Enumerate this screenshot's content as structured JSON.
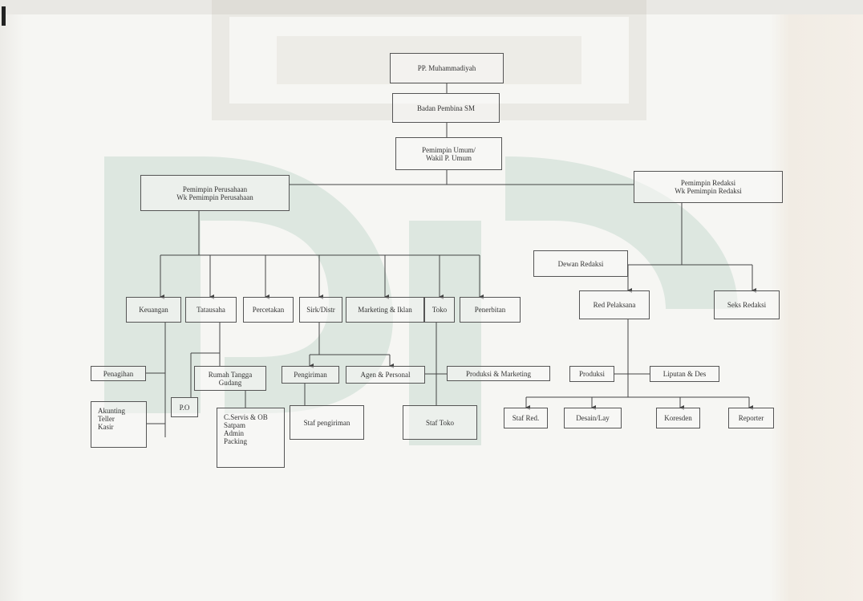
{
  "org_chart": {
    "nodes": [
      {
        "id": "pp",
        "label": "PP. Muhammadiyah"
      },
      {
        "id": "badan",
        "label": "Badan Pembina SM"
      },
      {
        "id": "pemimpin-umum",
        "label": "Pemimpin Umum/\nWakil P. Umum"
      },
      {
        "id": "pemimpin-perusahaan",
        "label": "Pemimpin Perusahaan\nWk Pemimpin Perusahaan"
      },
      {
        "id": "pemimpin-redaksi",
        "label": "Pemimpin Redaksi\nWk Pemimpin Redaksi"
      },
      {
        "id": "dewan-redaksi",
        "label": "Dewan Redaksi"
      },
      {
        "id": "keuangan",
        "label": "Keuangan"
      },
      {
        "id": "tatausaha",
        "label": "Tatausaha"
      },
      {
        "id": "percetakan",
        "label": "Percetakan"
      },
      {
        "id": "sirkulasi",
        "label": "Sirk/Distr"
      },
      {
        "id": "marketing-iklan",
        "label": "Marketing & Iklan"
      },
      {
        "id": "toko",
        "label": "Toko"
      },
      {
        "id": "penerbitan",
        "label": "Penerbitan"
      },
      {
        "id": "red-pelaksana",
        "label": "Red Pelaksana"
      },
      {
        "id": "seks-redaksi",
        "label": "Seks Redaksi"
      },
      {
        "id": "penagihan",
        "label": "Penagihan"
      },
      {
        "id": "rumah-tangga",
        "label": "Rumah Tangga\nGudang"
      },
      {
        "id": "pengiriman",
        "label": "Pengiriman"
      },
      {
        "id": "agen-personal",
        "label": "Agen & Personal"
      },
      {
        "id": "produksi-marketing",
        "label": "Produksi & Marketing"
      },
      {
        "id": "produksi",
        "label": "Produksi"
      },
      {
        "id": "liputan",
        "label": "Liputan & Des"
      },
      {
        "id": "akunting",
        "label": "Akunting\nTeller\nKasir"
      },
      {
        "id": "po",
        "label": "P.O"
      },
      {
        "id": "cservis",
        "label": "C.Servis & OB\nSatpam\nAdmin\nPacking"
      },
      {
        "id": "staf-pengiriman",
        "label": "Staf pengiriman"
      },
      {
        "id": "staf-toko",
        "label": "Staf Toko"
      },
      {
        "id": "staf-red",
        "label": "Staf Red."
      },
      {
        "id": "desain",
        "label": "Desain/Lay"
      },
      {
        "id": "koresponden",
        "label": "Koresden"
      },
      {
        "id": "reporter",
        "label": "Reporter"
      }
    ]
  }
}
